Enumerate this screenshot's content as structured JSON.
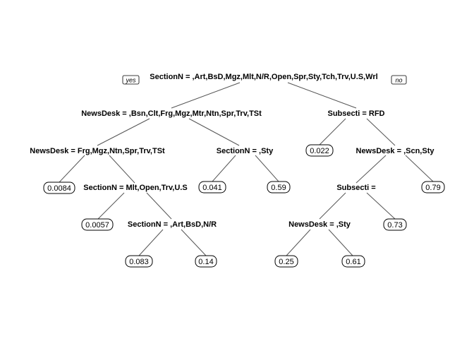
{
  "tree": {
    "yes_label": "yes",
    "no_label": "no",
    "nodes": {
      "root": "SectionN = ,Art,BsD,Mgz,Mlt,N/R,Open,Spr,Sty,Tch,Trv,U.S,Wrl",
      "n_newsdesk_1": "NewsDesk = ,Bsn,Clt,Frg,Mgz,Mtr,Ntn,Spr,Trv,TSt",
      "n_subsecti_rfd": "Subsecti = RFD",
      "n_newsdesk_2": "NewsDesk = Frg,Mgz,Ntn,Spr,Trv,TSt",
      "n_sectionn_sty": "SectionN = ,Sty",
      "n_newsdesk_scn": "NewsDesk = ,Scn,Sty",
      "n_sectionn_mlt": "SectionN = Mlt,Open,Trv,U.S",
      "n_subsecti_blank": "Subsecti =",
      "n_sectionn_art": "SectionN = ,Art,BsD,N/R",
      "n_newsdesk_sty": "NewsDesk = ,Sty"
    },
    "leaves": {
      "l_0084": "0.0084",
      "l_0022": "0.022",
      "l_0041": "0.041",
      "l_059": "0.59",
      "l_079": "0.79",
      "l_00057": "0.0057",
      "l_073": "0.73",
      "l_0083": "0.083",
      "l_014": "0.14",
      "l_025": "0.25",
      "l_061": "0.61"
    }
  }
}
